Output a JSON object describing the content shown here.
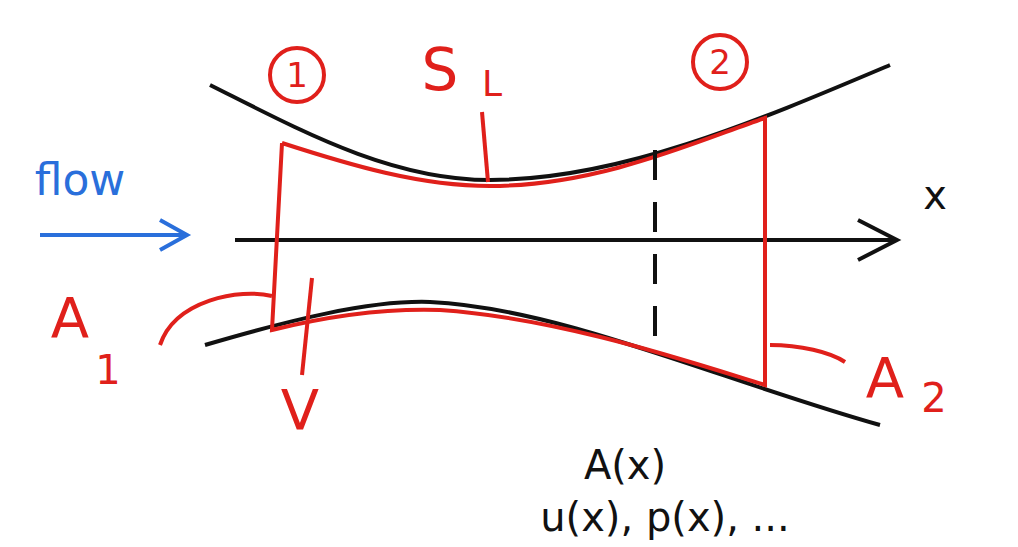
{
  "diagram": {
    "nodes": [
      {
        "text": [
          "1"
        ]
      },
      {
        "text": [
          "2"
        ]
      }
    ],
    "labels": [
      "flow",
      "S",
      "L",
      "x",
      "A",
      "1",
      "V",
      "A",
      "2",
      "A(x)",
      "u(x), p(x), ..."
    ]
  }
}
